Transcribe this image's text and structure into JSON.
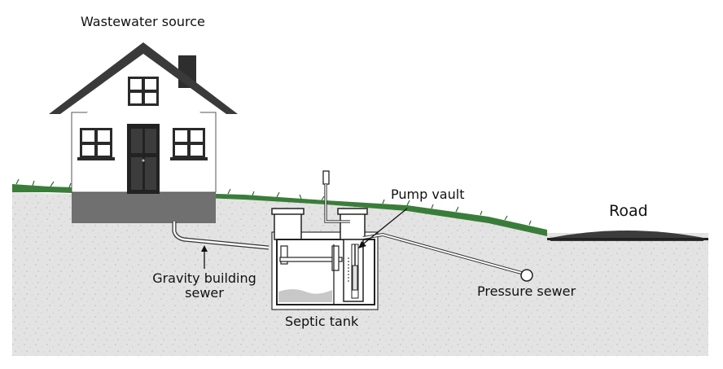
{
  "labels": {
    "wastewater_source": "Wastewater source",
    "pump_vault": "Pump vault",
    "road": "Road",
    "gravity_building_sewer_line1": "Gravity building",
    "gravity_building_sewer_line2": "sewer",
    "septic_tank": "Septic tank",
    "pressure_sewer": "Pressure sewer"
  },
  "colors": {
    "soil": "#e3e3e3",
    "grass": "#3a7d3a",
    "house_wall": "#ffffff",
    "roof": "#3a3a3a",
    "foundation": "#707070",
    "door": "#222222",
    "road_surface": "#3c3c3c",
    "effluent": "#c8c8c8",
    "outline": "#222222"
  },
  "icons": {
    "house": "house-icon",
    "septic_tank": "septic-tank-icon",
    "pump": "pump-icon",
    "road": "road-icon",
    "cleanout": "cleanout-circle-icon"
  }
}
